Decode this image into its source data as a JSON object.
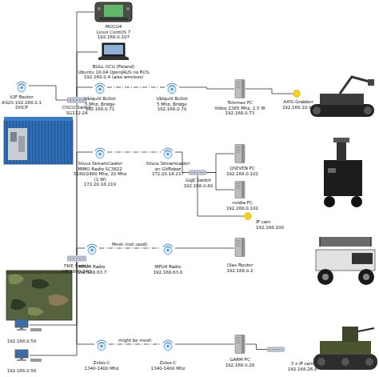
{
  "diagram": {
    "nodes": [
      {
        "text": [
          "MOCU4",
          "Linux CentOS 7",
          "192.168.0.107"
        ]
      },
      {
        "text": [
          "BULL OCU (Poland)",
          "Ubuntu 18.04 OpenJAUS no ROS",
          "192.168.0.4 (also wireless)"
        ]
      },
      {
        "text": [
          "IOP Router",
          "ASUS 192.168.0.1",
          "DHCP"
        ]
      },
      {
        "text": [
          "CISCO Switch",
          "SG112-24"
        ]
      },
      {
        "text": [
          "Ubiquiti Bullet",
          "5 Mhz, Bridge",
          "192.168.0.71"
        ]
      },
      {
        "text": [
          "Ubiquiti Bullet",
          "5 Mhz, Bridge",
          "192.168.0.70"
        ]
      },
      {
        "text": [
          "Telemax PC",
          "Video 2385 Mhz, 2.5 W",
          "192.168.0.73"
        ]
      },
      {
        "text": [
          "AXIS-Grabber",
          "192.168.10.90"
        ]
      },
      {
        "text": [
          "Silvus StreamCaster",
          "MIMO Radio SC3822",
          "5180/2480 Mhz, 20 Mhz",
          "(1 W)",
          "172.20.18.219"
        ]
      },
      {
        "text": [
          "Silvus Streamcaster",
          "on GVRobot",
          "172.20.18.217"
        ]
      },
      {
        "text": [
          "QSEVEN PC",
          "192.168.0.101"
        ]
      },
      {
        "text": [
          "GigE Switch",
          "192.168.0.60"
        ]
      },
      {
        "text": [
          "nvidia PC",
          "192.168.0.102"
        ]
      },
      {
        "text": [
          "IP cam",
          "192.168.200"
        ]
      },
      {
        "text": [
          "FKIE Switch",
          "HP 1800-24G"
        ]
      },
      {
        "text": [
          "MPU4 Radio",
          "192.168.63.7"
        ]
      },
      {
        "text": [
          "MPU4 Radio",
          "192.168.63.8"
        ]
      },
      {
        "text": [
          "Olav Router",
          "192.168.0.2"
        ]
      },
      {
        "text": [
          "192.168.0.59"
        ]
      },
      {
        "text": [
          "Zelos-C",
          "1340-1400 Mhz"
        ]
      },
      {
        "text": [
          "Zelos-C",
          "1340-1400 Mhz"
        ]
      },
      {
        "text": [
          "GARM PC",
          "192.168.0.28"
        ]
      },
      {
        "text": [
          "3 x IP cam",
          "192.168.26.x"
        ]
      },
      {
        "text": [
          "192.168.0.58"
        ]
      }
    ],
    "edges": [
      {
        "from": 2,
        "to": 3,
        "arrow": "none"
      },
      {
        "from": 3,
        "to": 0,
        "arrow": "none"
      },
      {
        "from": 3,
        "to": 1,
        "arrow": "none"
      },
      {
        "from": 3,
        "to": 4,
        "arrow": "none"
      },
      {
        "from": 4,
        "to": 5,
        "arrow": "none"
      },
      {
        "from": 5,
        "to": 6,
        "arrow": "none"
      },
      {
        "from": 6,
        "to": 7,
        "arrow": "none"
      },
      {
        "from": 3,
        "to": 14,
        "arrow": "none"
      },
      {
        "from": 14,
        "to": 8,
        "arrow": "none"
      },
      {
        "from": 8,
        "to": 9,
        "arrow": "none"
      },
      {
        "from": 9,
        "to": 11,
        "arrow": "none"
      },
      {
        "from": 11,
        "to": 10,
        "arrow": "none"
      },
      {
        "from": 11,
        "to": 12,
        "arrow": "none"
      },
      {
        "from": 11,
        "to": 13,
        "arrow": "none"
      },
      {
        "from": 14,
        "to": 15,
        "arrow": "none"
      },
      {
        "from": 15,
        "to": 16,
        "label": "Mesh (not used)",
        "arrow": "none"
      },
      {
        "from": 16,
        "to": 17,
        "arrow": "none"
      },
      {
        "from": 14,
        "to": 19,
        "arrow": "none"
      },
      {
        "from": 19,
        "to": 20,
        "label": "might be mesh",
        "arrow": "none"
      },
      {
        "from": 20,
        "to": 21,
        "arrow": "none"
      },
      {
        "from": 21,
        "to": 22,
        "arrow": "none"
      },
      {
        "from": 14,
        "to": 18,
        "arrow": "none"
      },
      {
        "from": 14,
        "to": 23,
        "arrow": "none"
      }
    ]
  }
}
